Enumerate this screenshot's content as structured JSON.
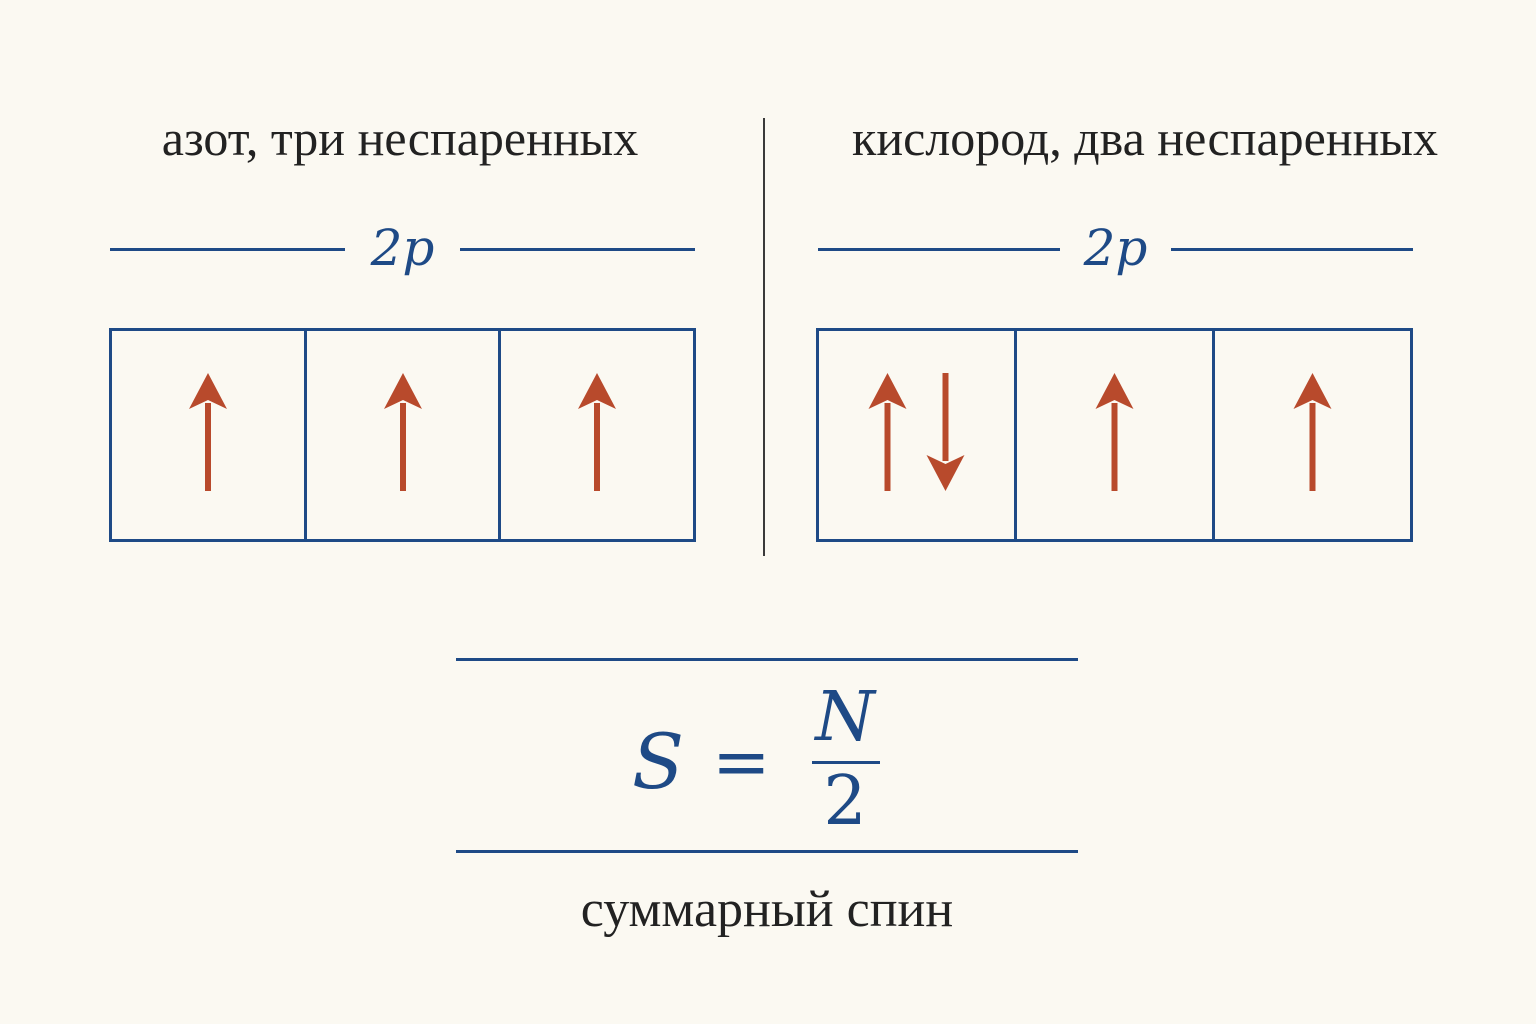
{
  "colors": {
    "background": "#fbf9f2",
    "frame": "#1e4a86",
    "arrow": "#b84a2c",
    "text": "#222222"
  },
  "left_panel": {
    "title": "азот, три неспаренных",
    "subshell": "2p",
    "orbitals": [
      [
        "up"
      ],
      [
        "up"
      ],
      [
        "up"
      ]
    ]
  },
  "right_panel": {
    "title": "кислород, два неспаренных",
    "subshell": "2p",
    "orbitals": [
      [
        "up",
        "down"
      ],
      [
        "up"
      ],
      [
        "up"
      ]
    ]
  },
  "formula": {
    "symbol": "S",
    "equals": "=",
    "numerator": "N",
    "denominator": "2"
  },
  "caption": "суммарный спин"
}
